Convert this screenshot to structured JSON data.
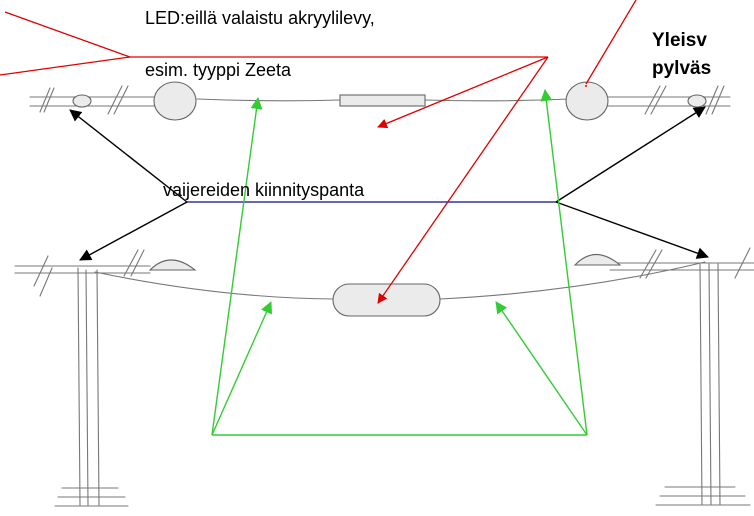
{
  "labels": {
    "led_panel_line1": "LED:eillä valaistu akryylilevy,",
    "led_panel_line2": "esim.   tyyppi Zeeta",
    "cable_clamp": "vaijereiden kiinnityspanta",
    "general_line1": "Yleisv",
    "general_line2": "pylväs"
  },
  "colors": {
    "red_arrow": "#e00000",
    "black_arrow": "#000000",
    "green_arrow": "#33cc33",
    "blue_line": "#3333aa",
    "sketch": "#777777"
  }
}
